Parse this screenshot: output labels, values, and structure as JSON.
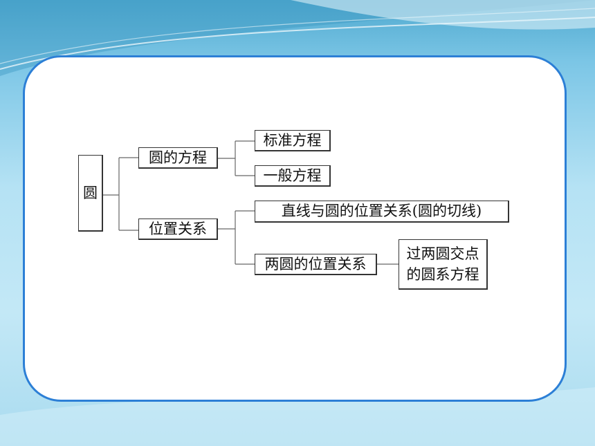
{
  "diagram": {
    "root": "圆",
    "branches": [
      {
        "label": "圆的方程",
        "children": [
          "标准方程",
          "一般方程"
        ]
      },
      {
        "label": "位置关系",
        "children": [
          "直线与圆的位置关系(圆的切线)",
          "两圆的位置关系"
        ]
      }
    ],
    "leaf": [
      "过两圆交点",
      "的圆系方程"
    ]
  },
  "colors": {
    "card_border": "#2c7fd6",
    "background": "#9fd6ec",
    "node_border": "#333333"
  }
}
